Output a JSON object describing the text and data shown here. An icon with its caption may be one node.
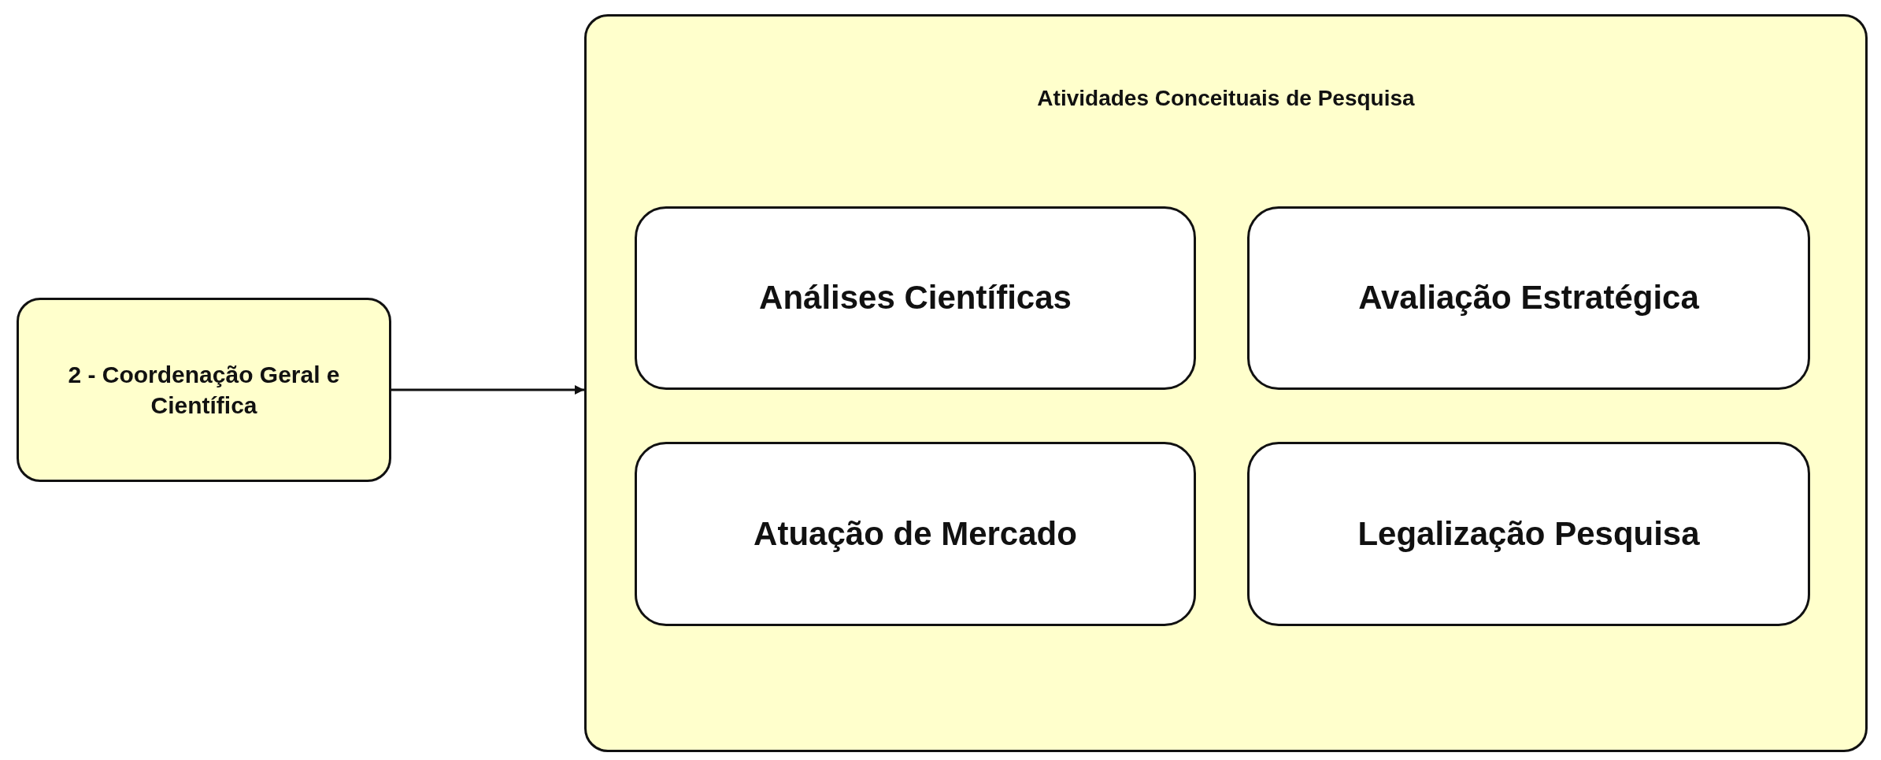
{
  "diagram": {
    "nodes": [
      {
        "text": [
          "2 - Coordenação Geral e Científica"
        ]
      },
      {
        "text": [
          "Atividades Conceituais de Pesquisa"
        ]
      },
      {
        "text": [
          "Análises Científicas"
        ],
        "in": 1
      },
      {
        "text": [
          "Avaliação Estratégica"
        ],
        "in": 1
      },
      {
        "text": [
          "Atuação de Mercado"
        ],
        "in": 1
      },
      {
        "text": [
          "Legalização Pesquisa"
        ],
        "in": 1
      }
    ],
    "edges": [
      {
        "from": 0,
        "to": 1,
        "arrow": "to"
      }
    ]
  }
}
